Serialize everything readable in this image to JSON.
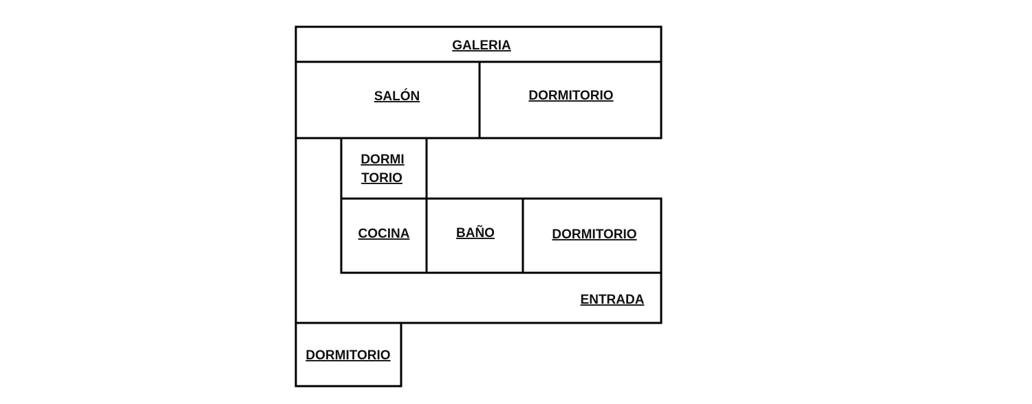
{
  "floor_plan": {
    "rooms": {
      "galeria": "GALERIA",
      "salon": "SALÓN",
      "dormitorio_top": "DORMITORIO",
      "dormitorio_small_line1": "DORMI",
      "dormitorio_small_line2": "TORIO",
      "cocina": "COCINA",
      "bano": "BAÑO",
      "dormitorio_mid": "DORMITORIO",
      "entrada": "ENTRADA",
      "dormitorio_bottom": "DORMITORIO"
    },
    "colors": {
      "walls": "#000000",
      "labels": "#111111",
      "background": "#ffffff"
    }
  }
}
